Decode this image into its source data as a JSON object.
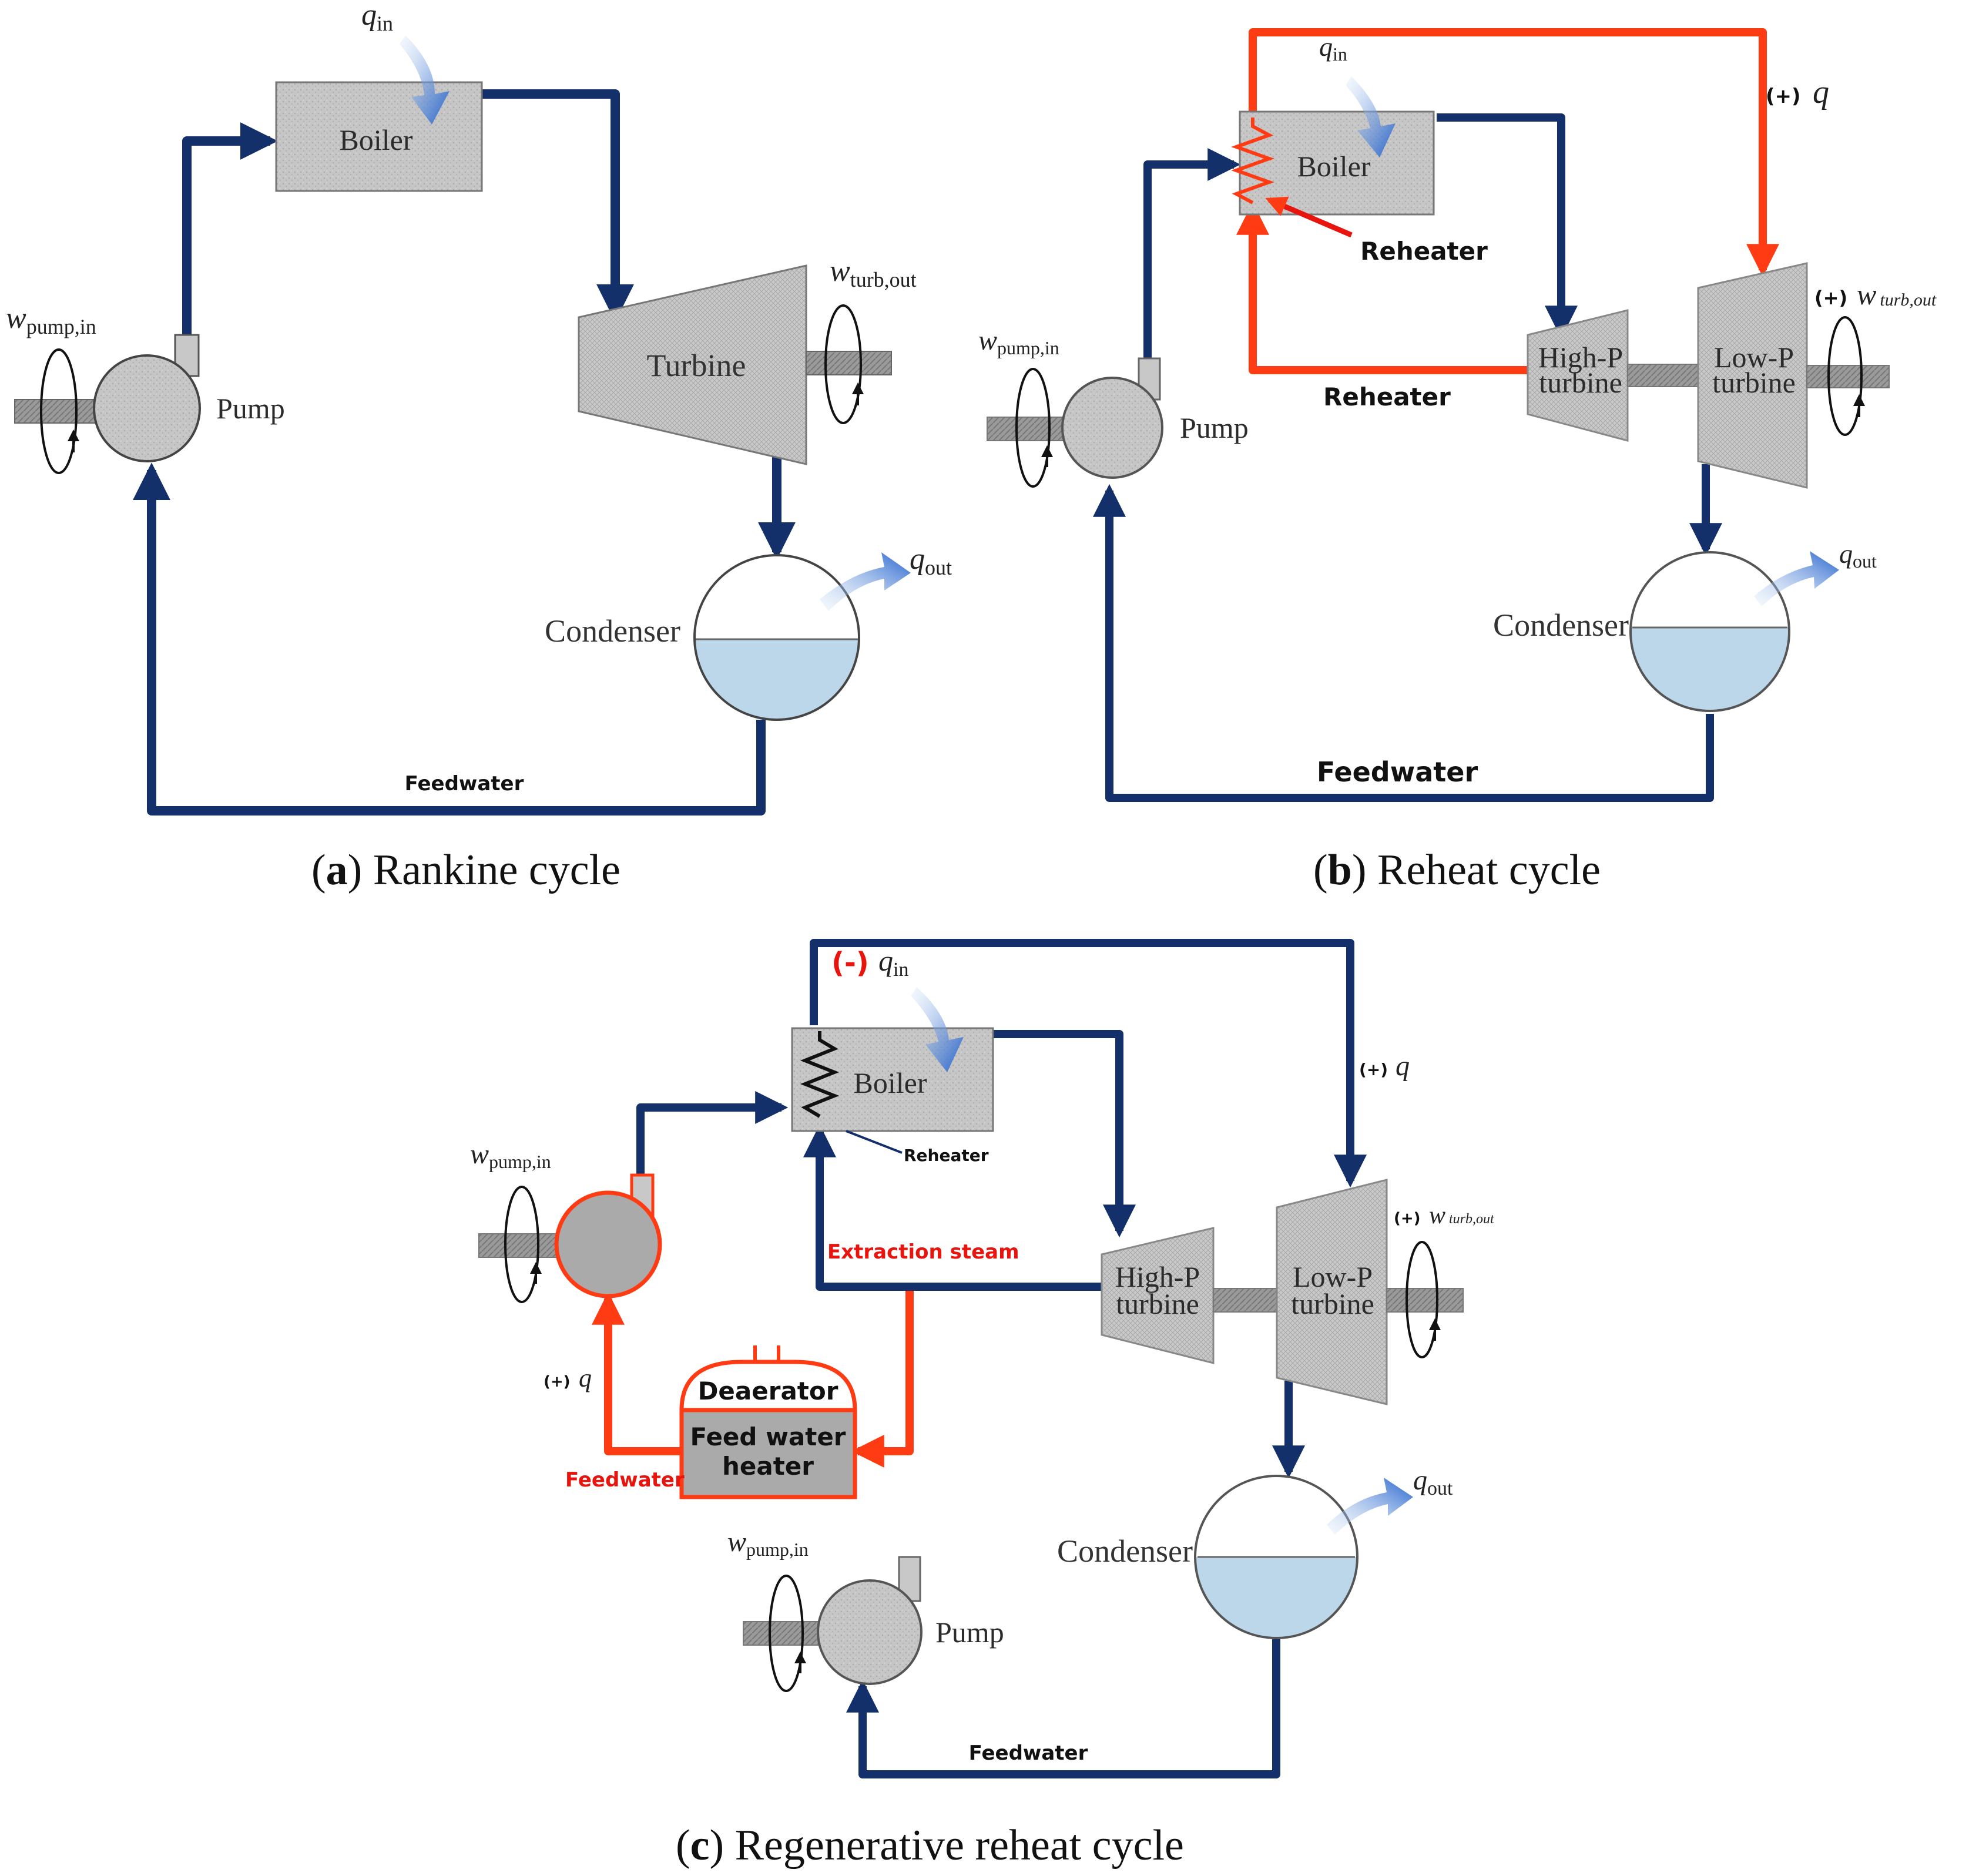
{
  "colors": {
    "flow_line": "#14306b",
    "highlight": "#ff3b14",
    "highlight_text": "#e8140e",
    "component_fill": "#c8c8c8",
    "water": "#bcd6ea",
    "heat_arrow": "#2566cf"
  },
  "icons": [
    "boiler",
    "pump",
    "turbine",
    "condenser",
    "shaft",
    "rotation-arrow",
    "heat-arrow",
    "reheater-coil",
    "deaerator"
  ],
  "panel_a": {
    "caption_letter": "a",
    "caption_text": "Rankine cycle",
    "q_in": "q",
    "q_in_sub": "in",
    "boiler": "Boiler",
    "turbine": "Turbine",
    "w_turb": "w",
    "w_turb_sub": "turb,out",
    "pump": "Pump",
    "w_pump": "w",
    "w_pump_sub": "pump,in",
    "condenser": "Condenser",
    "q_out": "q",
    "q_out_sub": "out",
    "feedwater": "Feedwater"
  },
  "panel_b": {
    "caption_letter": "b",
    "caption_text": "Reheat cycle",
    "q_in": "q",
    "q_in_sub": "in",
    "plus_q_sign": "(+)",
    "plus_q": "q",
    "boiler": "Boiler",
    "reheater_top": "Reheater",
    "reheater_loop": "Reheater",
    "hp_turbine_l1": "High-P",
    "hp_turbine_l2": "turbine",
    "lp_turbine_l1": "Low-P",
    "lp_turbine_l2": "turbine",
    "w_turb_sign": "(+)",
    "w_turb": "w",
    "w_turb_sub": "turb,out",
    "pump": "Pump",
    "w_pump": "w",
    "w_pump_sub": "pump,in",
    "condenser": "Condenser",
    "q_out": "q",
    "q_out_sub": "out",
    "feedwater": "Feedwater"
  },
  "panel_c": {
    "caption_letter": "c",
    "caption_text": "Regenerative reheat cycle",
    "minus_sign": "(-)",
    "q_in": "q",
    "q_in_sub": "in",
    "plus_q_sign": "(+)",
    "plus_q": "q",
    "boiler": "Boiler",
    "reheater": "Reheater",
    "extraction_steam": "Extraction steam",
    "hp_turbine_l1": "High-P",
    "hp_turbine_l2": "turbine",
    "lp_turbine_l1": "Low-P",
    "lp_turbine_l2": "turbine",
    "w_turb_sign": "(+)",
    "w_turb": "w",
    "w_turb_sub": "turb,out",
    "w_pump_top": "w",
    "w_pump_top_sub": "pump,in",
    "deaerator": "Deaerator",
    "fwh_l1": "Feed water",
    "fwh_l2": "heater",
    "left_plus_sign": "(+)",
    "left_plus_q": "q",
    "feedwater_red": "Feedwater",
    "w_pump_bottom": "w",
    "w_pump_bottom_sub": "pump,in",
    "pump": "Pump",
    "condenser": "Condenser",
    "q_out": "q",
    "q_out_sub": "out",
    "feedwater": "Feedwater"
  }
}
